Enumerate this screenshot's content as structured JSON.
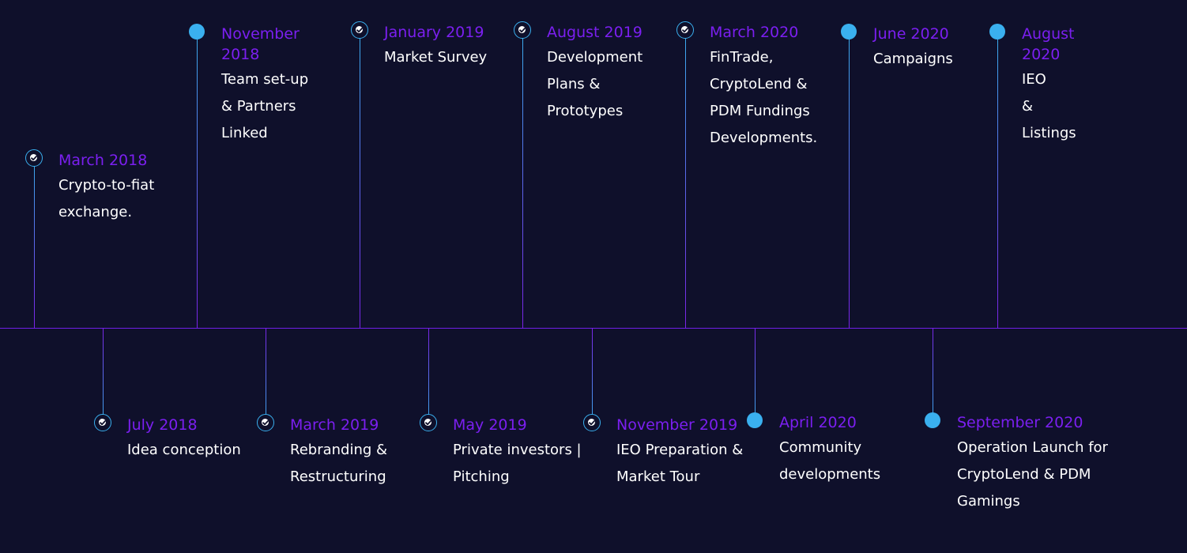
{
  "timeline": {
    "events": [
      {
        "date": "March 2018",
        "date_lines": [
          "March 2018"
        ],
        "description_lines": [
          "Crypto-to-fiat",
          "exchange."
        ],
        "marker": "check-icon",
        "position": "above"
      },
      {
        "date": "July 2018",
        "date_lines": [
          "July 2018"
        ],
        "description_lines": [
          "Idea conception"
        ],
        "marker": "check-icon",
        "position": "below"
      },
      {
        "date": "November 2018",
        "date_lines": [
          "November",
          "2018"
        ],
        "description_lines": [
          "Team set-up",
          "& Partners",
          "Linked"
        ],
        "marker": "dot-icon",
        "position": "above"
      },
      {
        "date": "March 2019",
        "date_lines": [
          "March 2019"
        ],
        "description_lines": [
          "Rebranding &",
          "Restructuring"
        ],
        "marker": "check-icon",
        "position": "below"
      },
      {
        "date": "January 2019",
        "date_lines": [
          "January 2019"
        ],
        "description_lines": [
          "Market Survey"
        ],
        "marker": "check-icon",
        "position": "above"
      },
      {
        "date": "May 2019",
        "date_lines": [
          "May 2019"
        ],
        "description_lines": [
          "Private investors |",
          "Pitching"
        ],
        "marker": "check-icon",
        "position": "below"
      },
      {
        "date": "August 2019",
        "date_lines": [
          "August 2019"
        ],
        "description_lines": [
          "Development",
          "Plans &",
          "Prototypes"
        ],
        "marker": "check-icon",
        "position": "above"
      },
      {
        "date": "November 2019",
        "date_lines": [
          "November 2019"
        ],
        "description_lines": [
          "IEO Preparation &",
          "Market Tour"
        ],
        "marker": "check-icon",
        "position": "below"
      },
      {
        "date": "March 2020",
        "date_lines": [
          "March 2020"
        ],
        "description_lines": [
          "FinTrade,",
          "CryptoLend &",
          "PDM Fundings",
          "Developments."
        ],
        "marker": "check-icon",
        "position": "above"
      },
      {
        "date": "April 2020",
        "date_lines": [
          "April 2020"
        ],
        "description_lines": [
          "Community",
          "developments"
        ],
        "marker": "dot-icon",
        "position": "below"
      },
      {
        "date": "June 2020",
        "date_lines": [
          "June 2020"
        ],
        "description_lines": [
          "Campaigns"
        ],
        "marker": "dot-icon",
        "position": "above"
      },
      {
        "date": "September 2020",
        "date_lines": [
          "September 2020"
        ],
        "description_lines": [
          "Operation Launch for",
          "CryptoLend & PDM",
          "Gamings"
        ],
        "marker": "dot-icon",
        "position": "below"
      },
      {
        "date": "August 2020",
        "date_lines": [
          "August",
          "2020"
        ],
        "description_lines": [
          "IEO",
          "&",
          "Listings"
        ],
        "marker": "dot-icon",
        "position": "above"
      }
    ]
  },
  "colors": {
    "background": "#0f102b",
    "date": "#7b1ff0",
    "description": "#ffffff",
    "marker": "#3ab0ef",
    "axis": "#6f1fe6"
  }
}
